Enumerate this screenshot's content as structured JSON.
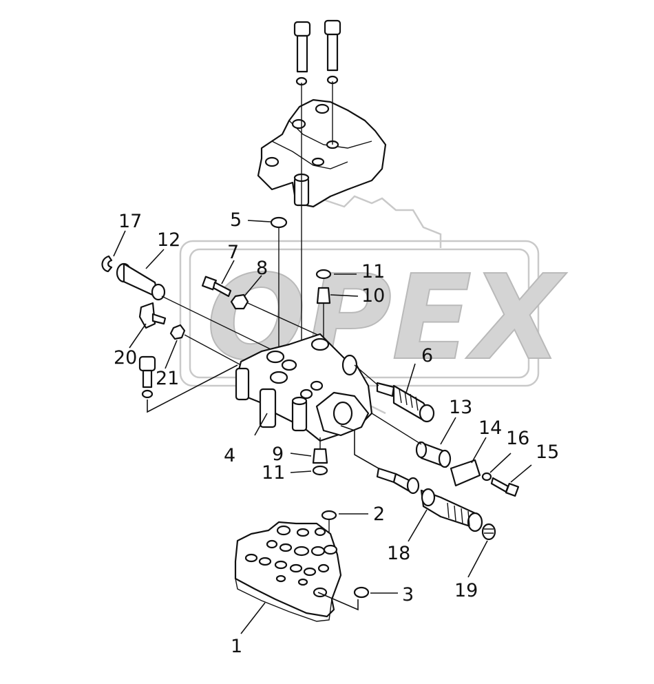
{
  "watermark": {
    "text": "OPEX",
    "color": "#d4d4d4"
  },
  "callouts": {
    "c1": "1",
    "c2": "2",
    "c3": "3",
    "c4": "4",
    "c5": "5",
    "c6": "6",
    "c7": "7",
    "c8": "8",
    "c9": "9",
    "c10": "10",
    "c11a": "11",
    "c11b": "11",
    "c12": "12",
    "c13": "13",
    "c14": "14",
    "c15": "15",
    "c16": "16",
    "c17": "17",
    "c18": "18",
    "c19": "19",
    "c20": "20",
    "c21": "21"
  },
  "colors": {
    "line": "#111111",
    "background": "#ffffff",
    "watermark": "#c9c9c9"
  }
}
